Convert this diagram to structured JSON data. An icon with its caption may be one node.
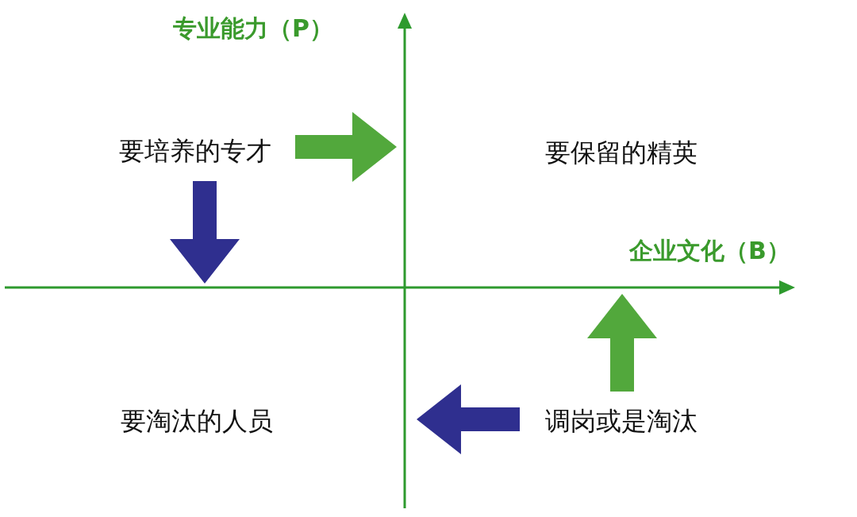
{
  "diagram": {
    "nodes": [
      {
        "text": [
          "要培养的专才"
        ]
      },
      {
        "text": [
          "要保留的精英"
        ]
      },
      {
        "text": [
          "要淘汰的人员"
        ]
      },
      {
        "text": [
          "调岗或是淘汰"
        ]
      }
    ],
    "edges": [
      {
        "from": 0,
        "to": null,
        "arrow": "to",
        "style": "thick",
        "color": "#52a83c"
      },
      {
        "from": 0,
        "to": null,
        "arrow": "to",
        "style": "thick",
        "color": "#2f2f8f"
      },
      {
        "from": 3,
        "to": null,
        "arrow": "to",
        "style": "thick",
        "color": "#2f2f8f"
      },
      {
        "from": 3,
        "to": null,
        "arrow": "to",
        "style": "thick",
        "color": "#52a83c"
      }
    ],
    "labels": [
      "专业能力（P）",
      "企业文化（B）"
    ]
  }
}
